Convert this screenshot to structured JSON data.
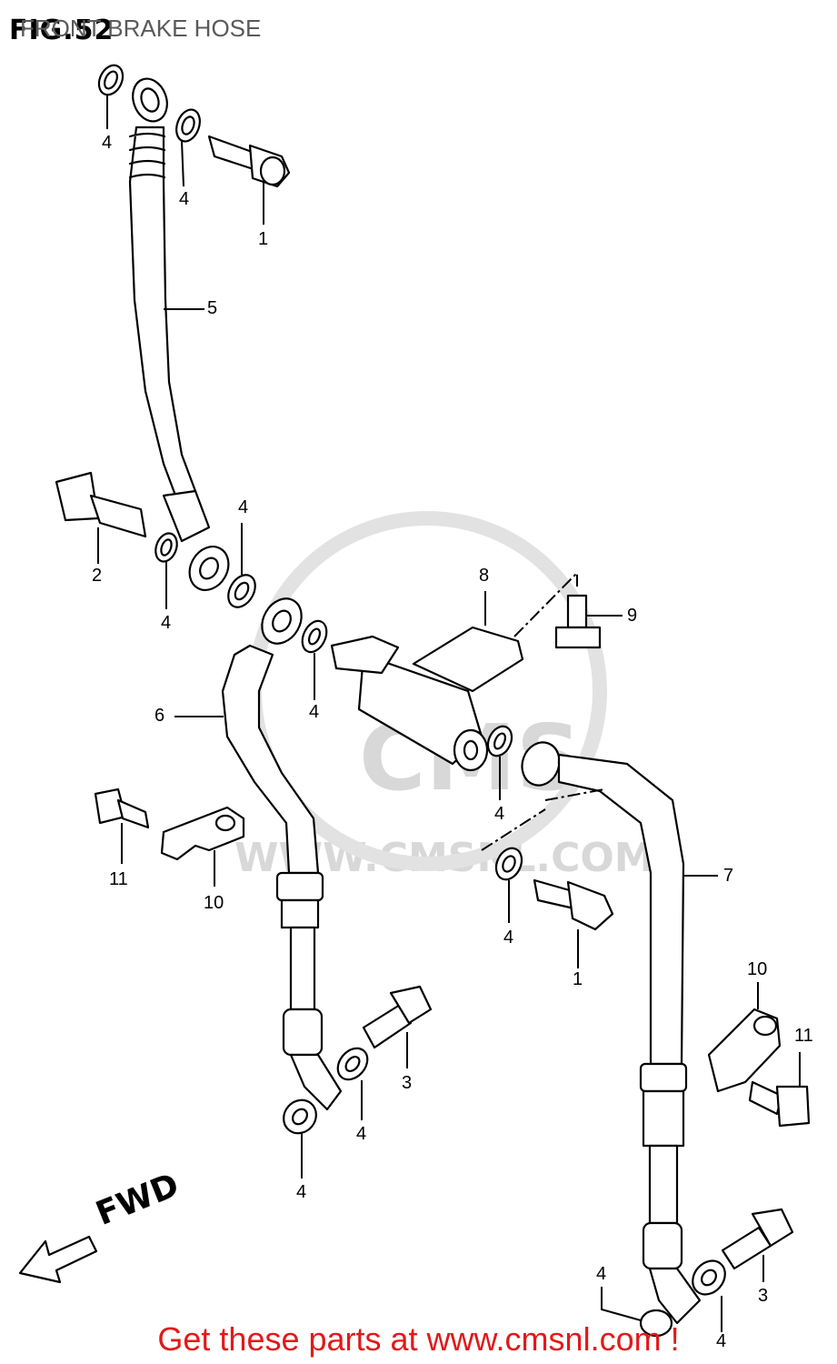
{
  "header": {
    "figure_label": "FIG.52",
    "title": "FRONT BRAKE HOSE"
  },
  "watermark": {
    "brand": "CMS",
    "site": "WWW.CMSNL.COM"
  },
  "direction_label": "FWD",
  "callouts": {
    "c1": "4",
    "c2": "4",
    "c3": "1",
    "c4": "5",
    "c5": "2",
    "c6": "4",
    "c7": "4",
    "c8": "8",
    "c9": "9",
    "c10": "4",
    "c11": "6",
    "c12": "4",
    "c13": "11",
    "c14": "10",
    "c15": "7",
    "c16": "4",
    "c17": "1",
    "c18": "10",
    "c19": "11",
    "c20": "3",
    "c21": "4",
    "c22": "4",
    "c23": "4",
    "c24": "3",
    "c25": "4"
  },
  "footer": {
    "text": "Get these parts at www.cmsnl.com !"
  },
  "colors": {
    "line": "#000000",
    "footer": "#e01a1a",
    "watermark": "#d8d8d8"
  }
}
